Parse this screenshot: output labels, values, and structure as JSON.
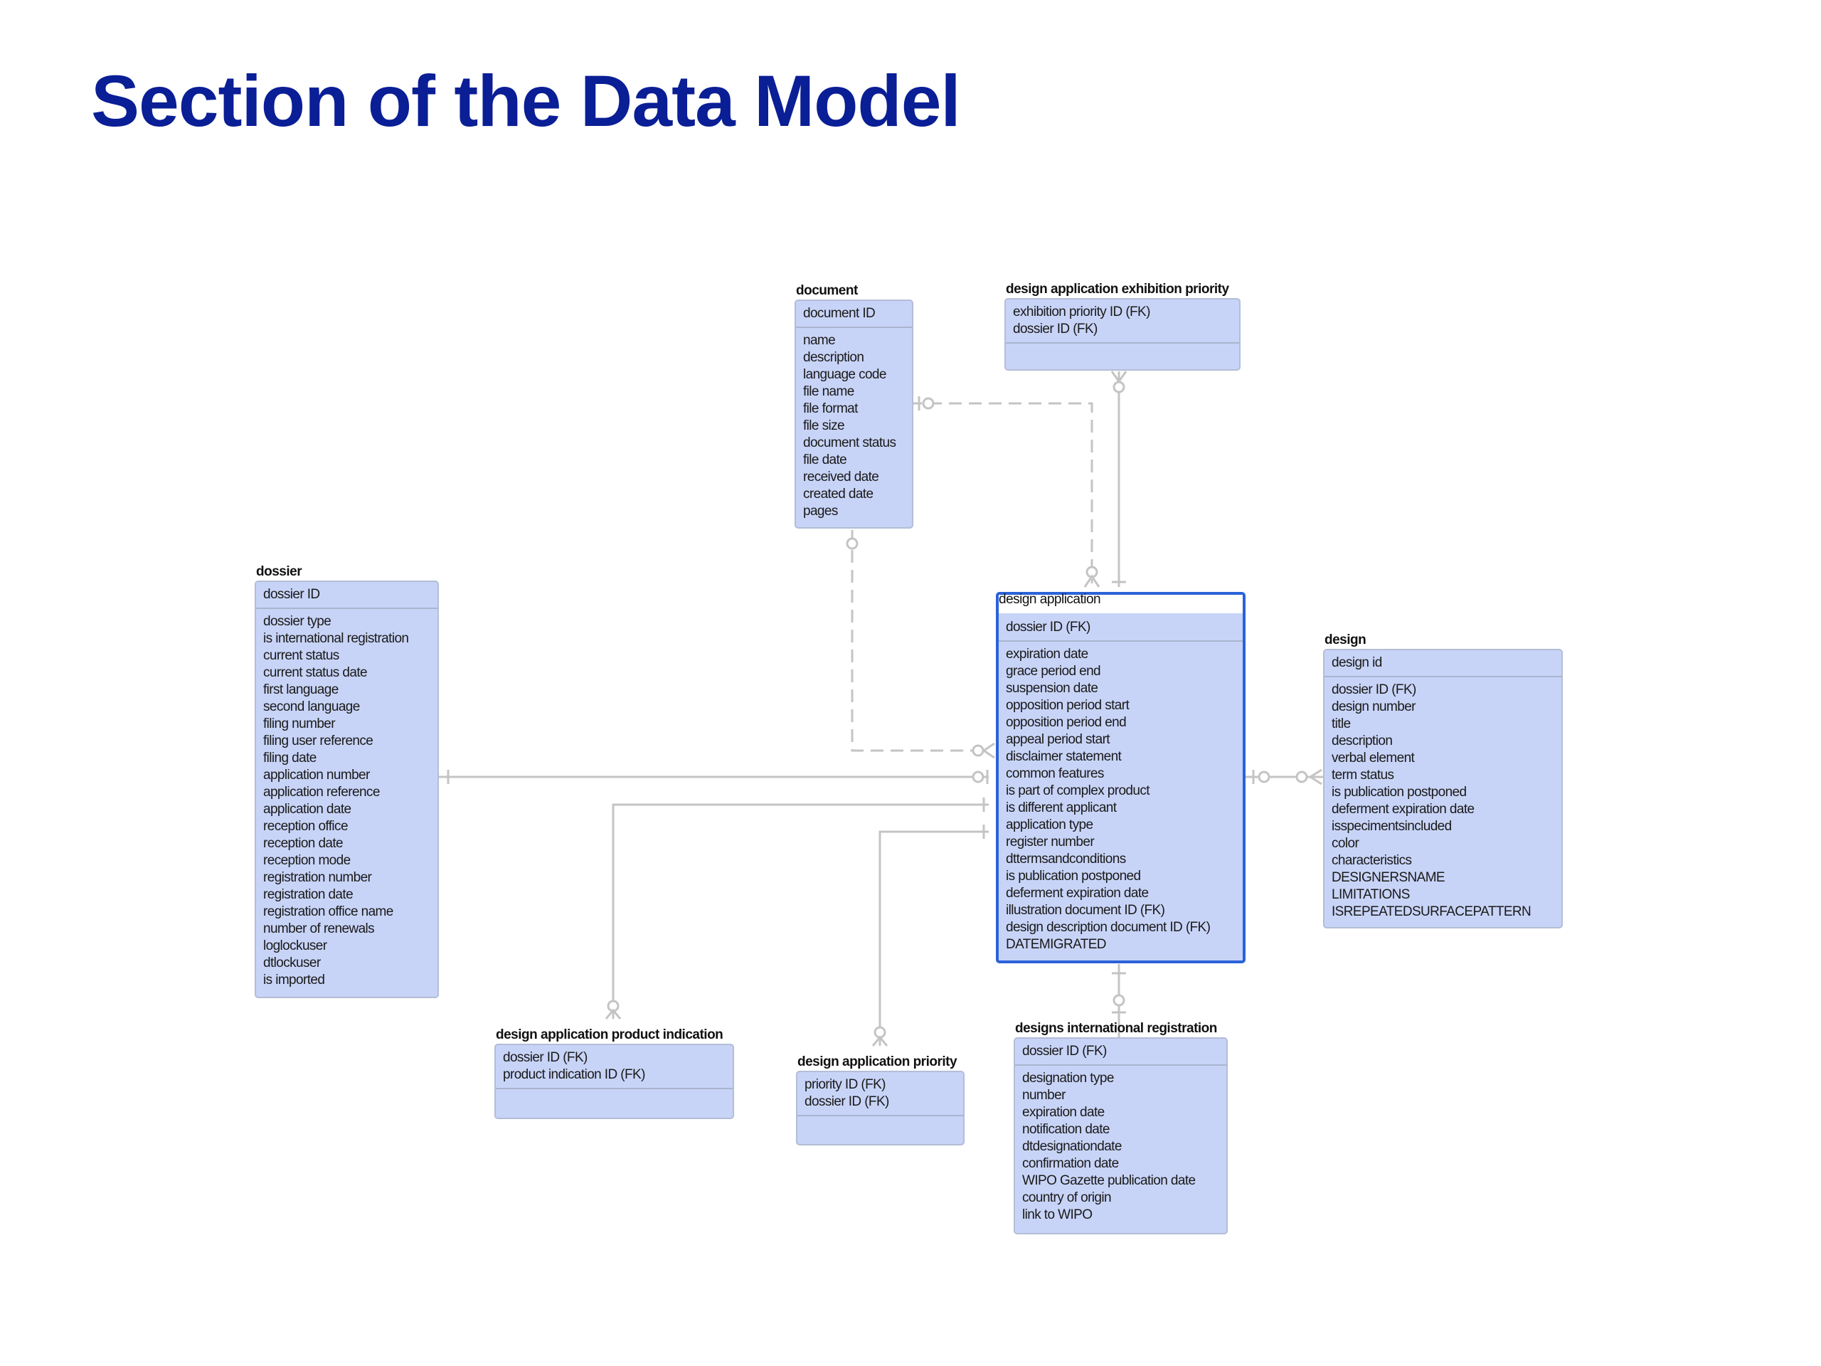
{
  "title": "Section of the Data Model",
  "entities": {
    "document": {
      "name": "document",
      "pk": [
        "document ID"
      ],
      "attrs": [
        "name",
        "description",
        "language code",
        "file name",
        "file format",
        "file size",
        "document status",
        "file date",
        "received date",
        "created date",
        "pages"
      ]
    },
    "exhibition": {
      "name": "design application exhibition priority",
      "pk": [
        "exhibition priority ID (FK)",
        "dossier ID (FK)"
      ],
      "attrs": []
    },
    "dossier": {
      "name": "dossier",
      "pk": [
        "dossier ID"
      ],
      "attrs": [
        "dossier type",
        "is international registration",
        "current status",
        "current status date",
        "first language",
        "second language",
        "filing number",
        "filing user reference",
        "filing date",
        "application number",
        "application reference",
        "application date",
        "reception office",
        "reception date",
        "reception mode",
        "registration number",
        "registration date",
        "registration office name",
        "number of renewals",
        "loglockuser",
        "dtlockuser",
        "is imported"
      ]
    },
    "design_application": {
      "name": "design application",
      "pk": [
        "dossier ID (FK)"
      ],
      "attrs": [
        "expiration date",
        "grace period end",
        "suspension date",
        "opposition period start",
        "opposition period end",
        "appeal period start",
        "disclaimer statement",
        "common features",
        "is part of complex product",
        "is different applicant",
        "application type",
        "register number",
        "dttermsandconditions",
        "is publication postponed",
        "deferment expiration date",
        "illustration document ID (FK)",
        "design description document ID (FK)",
        "DATEMIGRATED"
      ]
    },
    "design": {
      "name": "design",
      "pk": [
        "design id"
      ],
      "attrs": [
        "dossier ID (FK)",
        "design number",
        "title",
        "description",
        "verbal element",
        "term status",
        "is publication postponed",
        "deferment expiration date",
        "isspecimentsincluded",
        "color",
        "characteristics",
        "DESIGNERSNAME",
        "LIMITATIONS",
        "ISREPEATEDSURFACEPATTERN"
      ]
    },
    "product_indication": {
      "name": "design application product indication",
      "pk": [
        "dossier ID (FK)",
        "product indication ID (FK)"
      ],
      "attrs": []
    },
    "priority": {
      "name": "design application priority",
      "pk": [
        "priority ID (FK)",
        "dossier ID (FK)"
      ],
      "attrs": []
    },
    "intl_registration": {
      "name": "designs international registration",
      "pk": [
        "dossier ID (FK)"
      ],
      "attrs": [
        "designation type",
        "number",
        "expiration date",
        "notification date",
        "dtdesignationdate",
        "confirmation date",
        "WIPO Gazette publication date",
        "country of origin",
        "link to WIPO"
      ]
    }
  },
  "colors": {
    "title": "#0a1e96",
    "entity_fill": "#c8d4f7",
    "entity_border": "#b3bdd6",
    "selected_border": "#2a62d8",
    "connector": "#c4c4c4"
  }
}
